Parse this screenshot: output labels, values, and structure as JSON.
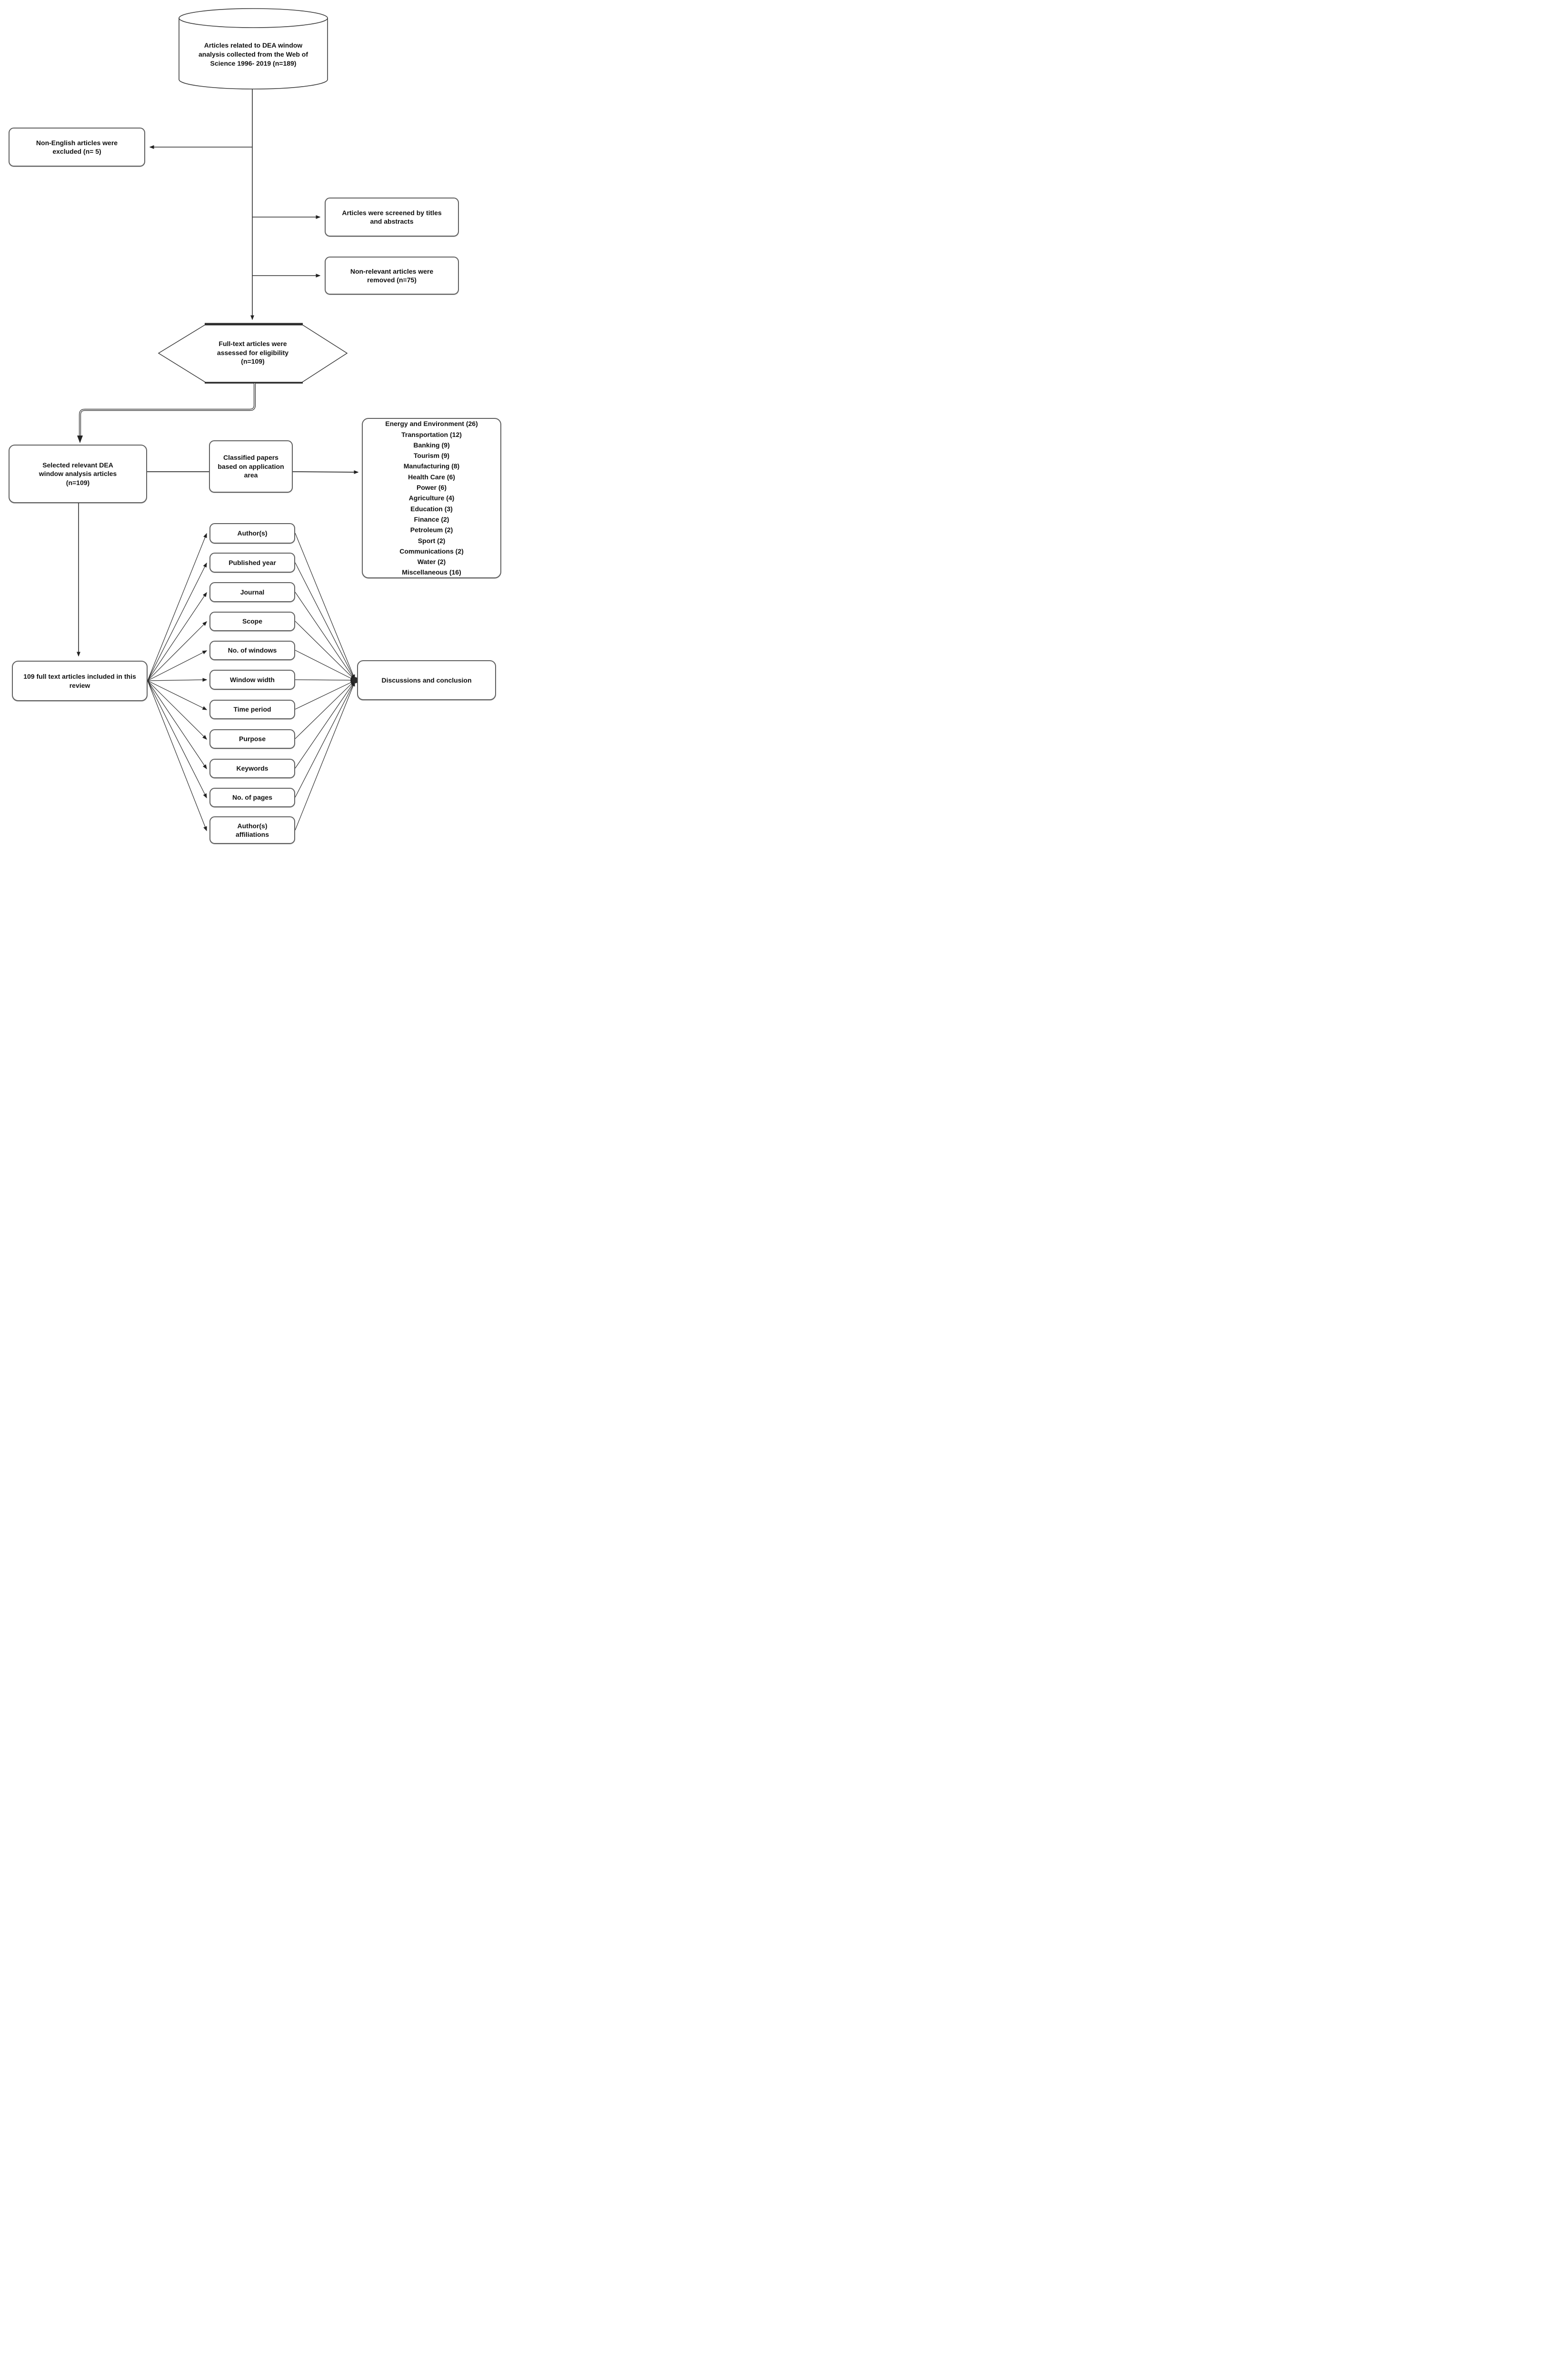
{
  "diagram": {
    "type": "flowchart",
    "colors": {
      "background": "#ffffff",
      "line": "#2f2f2f",
      "box_border": "#5f5f5f",
      "box_fill": "#ffffff",
      "text": "#101010"
    },
    "nodes": {
      "source": {
        "shape": "cylinder",
        "label": "Articles related to DEA window analysis collected from the Web of Science 1996- 2019 (n=189)"
      },
      "excluded": {
        "shape": "rounded-rect",
        "label": "Non-English articles were excluded (n= 5)"
      },
      "screened": {
        "shape": "rounded-rect",
        "label": "Articles were screened by titles and abstracts"
      },
      "removed": {
        "shape": "rounded-rect",
        "label": "Non-relevant articles were removed (n=75)"
      },
      "eligibility": {
        "shape": "hexagon",
        "label": "Full-text articles were assessed for eligibility (n=109)"
      },
      "selected": {
        "shape": "rounded-rect",
        "label": "Selected relevant DEA window analysis articles (n=109)"
      },
      "classified": {
        "shape": "rounded-rect",
        "label": "Classified papers based on application area"
      },
      "application_areas": {
        "shape": "rounded-rect",
        "items": [
          "Energy and Environment (26)",
          "Transportation (12)",
          "Banking (9)",
          "Tourism (9)",
          "Manufacturing (8)",
          "Health Care (6)",
          "Power (6)",
          "Agriculture (4)",
          "Education (3)",
          "Finance (2)",
          "Petroleum (2)",
          "Sport (2)",
          "Communications (2)",
          "Water (2)",
          "Miscellaneous (16)"
        ]
      },
      "included": {
        "shape": "rounded-rect",
        "label": "109 full text articles included in this review"
      },
      "attributes": [
        "Author(s)",
        "Published year",
        "Journal",
        "Scope",
        "No. of windows",
        "Window width",
        "Time period",
        "Purpose",
        "Keywords",
        "No. of pages",
        "Author(s) affiliations"
      ],
      "conclusion": {
        "shape": "rounded-rect",
        "label": "Discussions and conclusion"
      }
    }
  }
}
